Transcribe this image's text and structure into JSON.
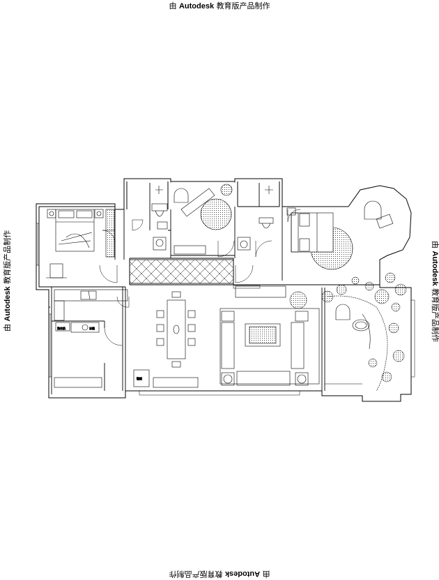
{
  "watermark": {
    "prefix": "由",
    "brand": "Autodesk",
    "suffix": "教育版产品制作"
  },
  "plan_labels": {
    "kitchen_appliance_1": "洗衣机",
    "kitchen_appliance_2": "冰箱",
    "dining_cabinet": "鞋柜"
  }
}
